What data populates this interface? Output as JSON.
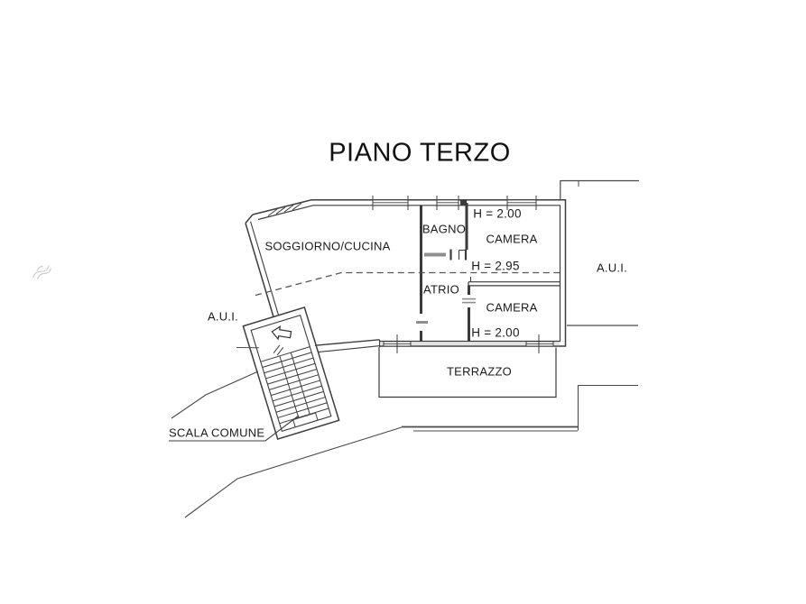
{
  "canvas": {
    "paper_color": "#ffffff",
    "ink_color": "#3d3d3d",
    "text_color": "#1b1b1b"
  },
  "title": "PIANO TERZO",
  "rooms": {
    "soggiorno_cucina": "SOGGIORNO/CUCINA",
    "bagno": "BAGNO",
    "camera_top": "CAMERA",
    "atrio": "ATRIO",
    "camera_bottom": "CAMERA",
    "terrazzo": "TERRAZZO"
  },
  "height_annotations": {
    "camera_top": "H = 2.00",
    "mid": "H = 2.95",
    "camera_bottom": "H = 2.00"
  },
  "area_labels": {
    "aui_right": "A.U.I.",
    "aui_left": "A.U.I.",
    "scala_comune": "SCALA COMUNE"
  }
}
